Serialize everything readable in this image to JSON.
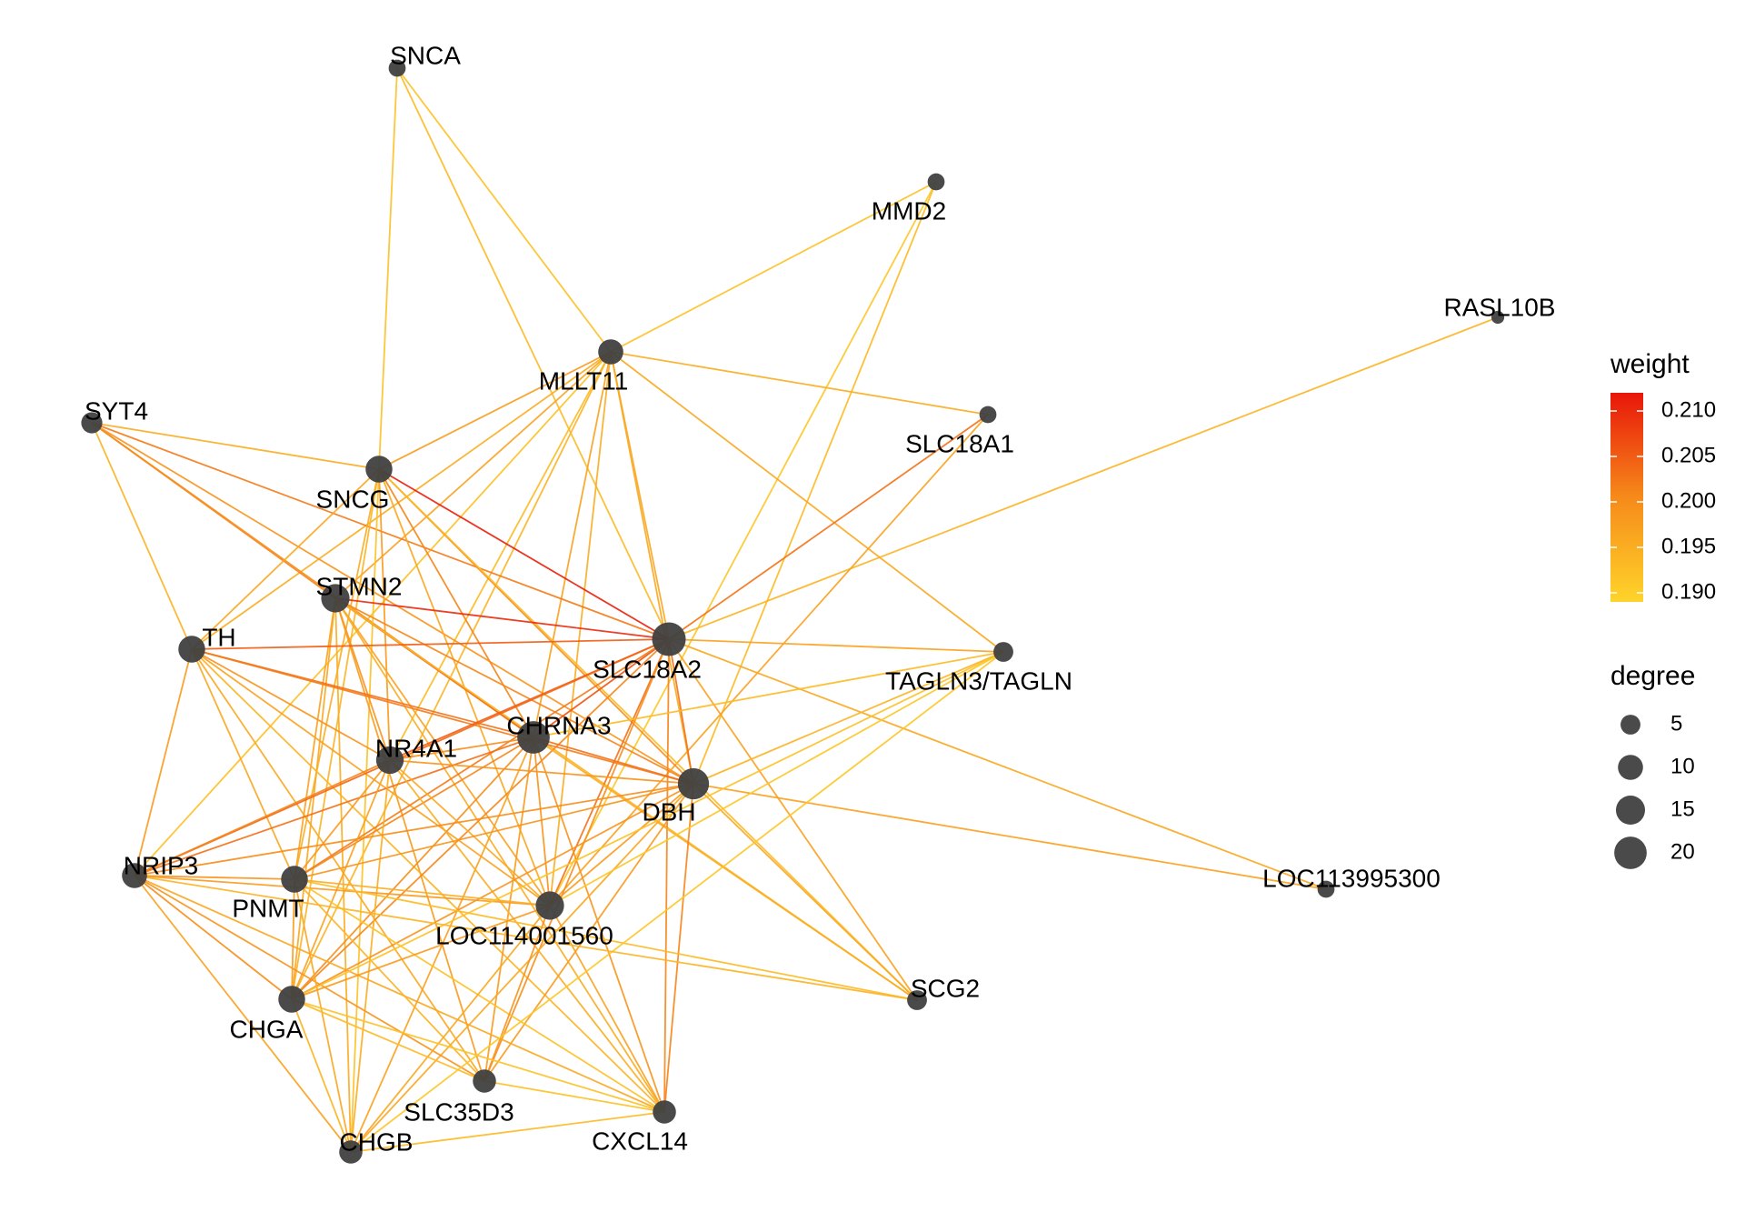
{
  "legend": {
    "weight_title": "weight",
    "weight_ticks": [
      "0.210",
      "0.205",
      "0.200",
      "0.195",
      "0.190"
    ],
    "weight_range": [
      0.189,
      0.212
    ],
    "weight_colors": {
      "low": "#FFD42A",
      "high": "#E8160A"
    },
    "degree_title": "degree",
    "degree_ticks": [
      "5",
      "10",
      "15",
      "20"
    ],
    "degree_values": [
      5,
      10,
      15,
      20
    ]
  },
  "network": {
    "node_color": "#404040",
    "nodes": [
      {
        "id": "SNCA",
        "label": "SNCA",
        "degree": 3
      },
      {
        "id": "MMD2",
        "label": "MMD2",
        "degree": 3
      },
      {
        "id": "RASL10B",
        "label": "RASL10B",
        "degree": 1
      },
      {
        "id": "MLLT11",
        "label": "MLLT11",
        "degree": 10
      },
      {
        "id": "SYT4",
        "label": "SYT4",
        "degree": 6
      },
      {
        "id": "SLC18A1",
        "label": "SLC18A1",
        "degree": 3
      },
      {
        "id": "SNCG",
        "label": "SNCG",
        "degree": 12
      },
      {
        "id": "STMN2",
        "label": "STMN2",
        "degree": 14
      },
      {
        "id": "TH",
        "label": "TH",
        "degree": 12
      },
      {
        "id": "SLC18A2",
        "label": "SLC18A2",
        "degree": 22
      },
      {
        "id": "TAGLN3/TAGLN",
        "label": "TAGLN3/TAGLN",
        "degree": 5
      },
      {
        "id": "CHRNA3",
        "label": "CHRNA3",
        "degree": 20
      },
      {
        "id": "NR4A1",
        "label": "NR4A1",
        "degree": 13
      },
      {
        "id": "DBH",
        "label": "DBH",
        "degree": 18
      },
      {
        "id": "NRIP3",
        "label": "NRIP3",
        "degree": 10
      },
      {
        "id": "PNMT",
        "label": "PNMT",
        "degree": 12
      },
      {
        "id": "LOC114001560",
        "label": "LOC114001560",
        "degree": 14
      },
      {
        "id": "LOC113995300",
        "label": "LOC113995300",
        "degree": 3
      },
      {
        "id": "SCG2",
        "label": "SCG2",
        "degree": 5
      },
      {
        "id": "CHGA",
        "label": "CHGA",
        "degree": 12
      },
      {
        "id": "SLC35D3",
        "label": "SLC35D3",
        "degree": 8
      },
      {
        "id": "CXCL14",
        "label": "CXCL14",
        "degree": 8
      },
      {
        "id": "CHGB",
        "label": "CHGB",
        "degree": 8
      }
    ],
    "edges": [
      {
        "source": "SNCA",
        "target": "SNCG",
        "weight": 0.192
      },
      {
        "source": "SNCA",
        "target": "MLLT11",
        "weight": 0.192
      },
      {
        "source": "SNCA",
        "target": "SLC18A2",
        "weight": 0.193
      },
      {
        "source": "MMD2",
        "target": "MLLT11",
        "weight": 0.192
      },
      {
        "source": "MMD2",
        "target": "DBH",
        "weight": 0.193
      },
      {
        "source": "MMD2",
        "target": "LOC114001560",
        "weight": 0.191
      },
      {
        "source": "RASL10B",
        "target": "SLC18A2",
        "weight": 0.194
      },
      {
        "source": "MLLT11",
        "target": "SLC18A1",
        "weight": 0.195
      },
      {
        "source": "MLLT11",
        "target": "TAGLN3/TAGLN",
        "weight": 0.196
      },
      {
        "source": "MLLT11",
        "target": "SNCG",
        "weight": 0.198
      },
      {
        "source": "MLLT11",
        "target": "STMN2",
        "weight": 0.197
      },
      {
        "source": "MLLT11",
        "target": "TH",
        "weight": 0.195
      },
      {
        "source": "MLLT11",
        "target": "NR4A1",
        "weight": 0.193
      },
      {
        "source": "MLLT11",
        "target": "SLC18A2",
        "weight": 0.196
      },
      {
        "source": "MLLT11",
        "target": "CHRNA3",
        "weight": 0.197
      },
      {
        "source": "MLLT11",
        "target": "DBH",
        "weight": 0.196
      },
      {
        "source": "MLLT11",
        "target": "CHGA",
        "weight": 0.194
      },
      {
        "source": "MLLT11",
        "target": "NRIP3",
        "weight": 0.192
      },
      {
        "source": "MLLT11",
        "target": "LOC114001560",
        "weight": 0.195
      },
      {
        "source": "SYT4",
        "target": "SNCG",
        "weight": 0.195
      },
      {
        "source": "SYT4",
        "target": "STMN2",
        "weight": 0.201
      },
      {
        "source": "SYT4",
        "target": "SLC18A2",
        "weight": 0.202
      },
      {
        "source": "SYT4",
        "target": "CHRNA3",
        "weight": 0.2
      },
      {
        "source": "SYT4",
        "target": "DBH",
        "weight": 0.199
      },
      {
        "source": "SYT4",
        "target": "TH",
        "weight": 0.194
      },
      {
        "source": "SLC18A1",
        "target": "SLC18A2",
        "weight": 0.203
      },
      {
        "source": "SLC18A1",
        "target": "LOC114001560",
        "weight": 0.197
      },
      {
        "source": "SNCG",
        "target": "SLC18A2",
        "weight": 0.211
      },
      {
        "source": "SNCG",
        "target": "CHRNA3",
        "weight": 0.201
      },
      {
        "source": "SNCG",
        "target": "DBH",
        "weight": 0.2
      },
      {
        "source": "SNCG",
        "target": "TH",
        "weight": 0.196
      },
      {
        "source": "SNCG",
        "target": "PNMT",
        "weight": 0.195
      },
      {
        "source": "SNCG",
        "target": "CHGA",
        "weight": 0.194
      },
      {
        "source": "SNCG",
        "target": "CHGB",
        "weight": 0.192
      },
      {
        "source": "SNCG",
        "target": "NR4A1",
        "weight": 0.198
      },
      {
        "source": "SNCG",
        "target": "LOC114001560",
        "weight": 0.196
      },
      {
        "source": "SNCG",
        "target": "SCG2",
        "weight": 0.193
      },
      {
        "source": "STMN2",
        "target": "SLC18A2",
        "weight": 0.21
      },
      {
        "source": "STMN2",
        "target": "CHRNA3",
        "weight": 0.203
      },
      {
        "source": "STMN2",
        "target": "DBH",
        "weight": 0.201
      },
      {
        "source": "STMN2",
        "target": "NR4A1",
        "weight": 0.199
      },
      {
        "source": "STMN2",
        "target": "PNMT",
        "weight": 0.197
      },
      {
        "source": "STMN2",
        "target": "CHGA",
        "weight": 0.196
      },
      {
        "source": "STMN2",
        "target": "CHGB",
        "weight": 0.195
      },
      {
        "source": "STMN2",
        "target": "LOC114001560",
        "weight": 0.197
      },
      {
        "source": "STMN2",
        "target": "SLC35D3",
        "weight": 0.198
      },
      {
        "source": "STMN2",
        "target": "CXCL14",
        "weight": 0.195
      },
      {
        "source": "STMN2",
        "target": "SCG2",
        "weight": 0.194
      },
      {
        "source": "TH",
        "target": "SLC18A2",
        "weight": 0.205
      },
      {
        "source": "TH",
        "target": "CHRNA3",
        "weight": 0.203
      },
      {
        "source": "TH",
        "target": "DBH",
        "weight": 0.202
      },
      {
        "source": "TH",
        "target": "NR4A1",
        "weight": 0.199
      },
      {
        "source": "TH",
        "target": "NRIP3",
        "weight": 0.198
      },
      {
        "source": "TH",
        "target": "PNMT",
        "weight": 0.196
      },
      {
        "source": "TH",
        "target": "LOC114001560",
        "weight": 0.197
      },
      {
        "source": "TH",
        "target": "SLC35D3",
        "weight": 0.196
      },
      {
        "source": "TH",
        "target": "CXCL14",
        "weight": 0.194
      },
      {
        "source": "SLC18A2",
        "target": "TAGLN3/TAGLN",
        "weight": 0.197
      },
      {
        "source": "SLC18A2",
        "target": "CHRNA3",
        "weight": 0.206
      },
      {
        "source": "SLC18A2",
        "target": "NR4A1",
        "weight": 0.205
      },
      {
        "source": "SLC18A2",
        "target": "DBH",
        "weight": 0.203
      },
      {
        "source": "SLC18A2",
        "target": "NRIP3",
        "weight": 0.204
      },
      {
        "source": "SLC18A2",
        "target": "PNMT",
        "weight": 0.202
      },
      {
        "source": "SLC18A2",
        "target": "LOC114001560",
        "weight": 0.203
      },
      {
        "source": "SLC18A2",
        "target": "LOC113995300",
        "weight": 0.196
      },
      {
        "source": "SLC18A2",
        "target": "SCG2",
        "weight": 0.197
      },
      {
        "source": "SLC18A2",
        "target": "CHGA",
        "weight": 0.201
      },
      {
        "source": "SLC18A2",
        "target": "SLC35D3",
        "weight": 0.2
      },
      {
        "source": "SLC18A2",
        "target": "CXCL14",
        "weight": 0.201
      },
      {
        "source": "CHRNA3",
        "target": "DBH",
        "weight": 0.203
      },
      {
        "source": "CHRNA3",
        "target": "NR4A1",
        "weight": 0.2
      },
      {
        "source": "CHRNA3",
        "target": "NRIP3",
        "weight": 0.203
      },
      {
        "source": "CHRNA3",
        "target": "PNMT",
        "weight": 0.201
      },
      {
        "source": "CHRNA3",
        "target": "LOC114001560",
        "weight": 0.199
      },
      {
        "source": "CHRNA3",
        "target": "CHGA",
        "weight": 0.2
      },
      {
        "source": "CHRNA3",
        "target": "CHGB",
        "weight": 0.197
      },
      {
        "source": "CHRNA3",
        "target": "SLC35D3",
        "weight": 0.198
      },
      {
        "source": "CHRNA3",
        "target": "CXCL14",
        "weight": 0.199
      },
      {
        "source": "CHRNA3",
        "target": "SCG2",
        "weight": 0.195
      },
      {
        "source": "CHRNA3",
        "target": "TAGLN3/TAGLN",
        "weight": 0.193
      },
      {
        "source": "NR4A1",
        "target": "DBH",
        "weight": 0.199
      },
      {
        "source": "NR4A1",
        "target": "NRIP3",
        "weight": 0.201
      },
      {
        "source": "NR4A1",
        "target": "PNMT",
        "weight": 0.198
      },
      {
        "source": "NR4A1",
        "target": "CHGA",
        "weight": 0.197
      },
      {
        "source": "NR4A1",
        "target": "CHGB",
        "weight": 0.195
      },
      {
        "source": "NR4A1",
        "target": "LOC114001560",
        "weight": 0.196
      },
      {
        "source": "NR4A1",
        "target": "CXCL14",
        "weight": 0.195
      },
      {
        "source": "DBH",
        "target": "NRIP3",
        "weight": 0.2
      },
      {
        "source": "DBH",
        "target": "PNMT",
        "weight": 0.199
      },
      {
        "source": "DBH",
        "target": "LOC114001560",
        "weight": 0.198
      },
      {
        "source": "DBH",
        "target": "LOC113995300",
        "weight": 0.197
      },
      {
        "source": "DBH",
        "target": "SCG2",
        "weight": 0.196
      },
      {
        "source": "DBH",
        "target": "CHGA",
        "weight": 0.199
      },
      {
        "source": "DBH",
        "target": "CHGB",
        "weight": 0.196
      },
      {
        "source": "DBH",
        "target": "SLC35D3",
        "weight": 0.198
      },
      {
        "source": "DBH",
        "target": "CXCL14",
        "weight": 0.201
      },
      {
        "source": "DBH",
        "target": "TAGLN3/TAGLN",
        "weight": 0.194
      },
      {
        "source": "NRIP3",
        "target": "PNMT",
        "weight": 0.199
      },
      {
        "source": "NRIP3",
        "target": "LOC114001560",
        "weight": 0.198
      },
      {
        "source": "NRIP3",
        "target": "CHGA",
        "weight": 0.2
      },
      {
        "source": "NRIP3",
        "target": "CHGB",
        "weight": 0.197
      },
      {
        "source": "NRIP3",
        "target": "SLC35D3",
        "weight": 0.199
      },
      {
        "source": "NRIP3",
        "target": "CXCL14",
        "weight": 0.196
      },
      {
        "source": "PNMT",
        "target": "LOC114001560",
        "weight": 0.195
      },
      {
        "source": "PNMT",
        "target": "CHGA",
        "weight": 0.198
      },
      {
        "source": "PNMT",
        "target": "CHGB",
        "weight": 0.196
      },
      {
        "source": "PNMT",
        "target": "SLC35D3",
        "weight": 0.194
      },
      {
        "source": "PNMT",
        "target": "CXCL14",
        "weight": 0.192
      },
      {
        "source": "PNMT",
        "target": "SCG2",
        "weight": 0.193
      },
      {
        "source": "LOC114001560",
        "target": "CHGA",
        "weight": 0.198
      },
      {
        "source": "LOC114001560",
        "target": "CHGB",
        "weight": 0.196
      },
      {
        "source": "LOC114001560",
        "target": "SLC35D3",
        "weight": 0.199
      },
      {
        "source": "LOC114001560",
        "target": "CXCL14",
        "weight": 0.197
      },
      {
        "source": "LOC114001560",
        "target": "TAGLN3/TAGLN",
        "weight": 0.191
      },
      {
        "source": "CHGA",
        "target": "CHGB",
        "weight": 0.194
      },
      {
        "source": "CHGA",
        "target": "SLC35D3",
        "weight": 0.193
      },
      {
        "source": "CHGA",
        "target": "CXCL14",
        "weight": 0.192
      },
      {
        "source": "CHGA",
        "target": "TAGLN3/TAGLN",
        "weight": 0.192
      },
      {
        "source": "CHGB",
        "target": "CXCL14",
        "weight": 0.193
      },
      {
        "source": "CHGB",
        "target": "TAGLN3/TAGLN",
        "weight": 0.191
      },
      {
        "source": "SLC35D3",
        "target": "CXCL14",
        "weight": 0.192
      },
      {
        "source": "SCG2",
        "target": "NRIP3",
        "weight": 0.194
      }
    ]
  }
}
